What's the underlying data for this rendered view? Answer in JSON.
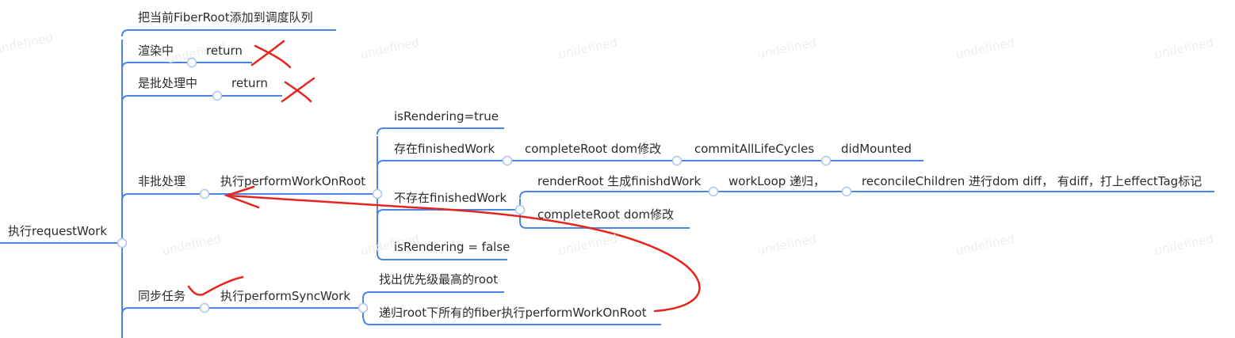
{
  "mindmap": {
    "root": {
      "label": "执行requestWork"
    },
    "branches": {
      "b1": "把当前FiberRoot添加到调度队列",
      "b2": "渲染中",
      "b2_return": "return",
      "b3": "是批处理中",
      "b3_return": "return",
      "b4": "非批处理",
      "b4_child": "执行performWorkOnRoot",
      "b4_is_rendering_true": "isRendering=true",
      "b4_exist_finished": "存在finishedWork",
      "b4_complete_root": "completeRoot  dom修改",
      "b4_commit": "commitAllLifeCycles",
      "b4_did_mounted": "didMounted",
      "b4_not_exist_finished": "不存在finishedWork",
      "b4_render_root": "renderRoot 生成finishdWork",
      "b4_work_loop": "workLoop  递归，",
      "b4_reconcile": "reconcileChildren 进行dom diff，  有diff，打上effectTag标记",
      "b4_complete_root_2": "completeRoot  dom修改",
      "b4_is_rendering_false": "isRendering = false",
      "b5": "同步任务",
      "b5_child": "执行performSyncWork",
      "b5_find_root": "找出优先级最高的root",
      "b5_recurse": "递归root下所有的fiber执行performWorkOnRoot"
    },
    "watermark": "undefined"
  },
  "colors": {
    "line": "#4a86e8",
    "annotation": "#e5251c",
    "text": "#2b2b2b",
    "watermark": "#eeeeee"
  }
}
